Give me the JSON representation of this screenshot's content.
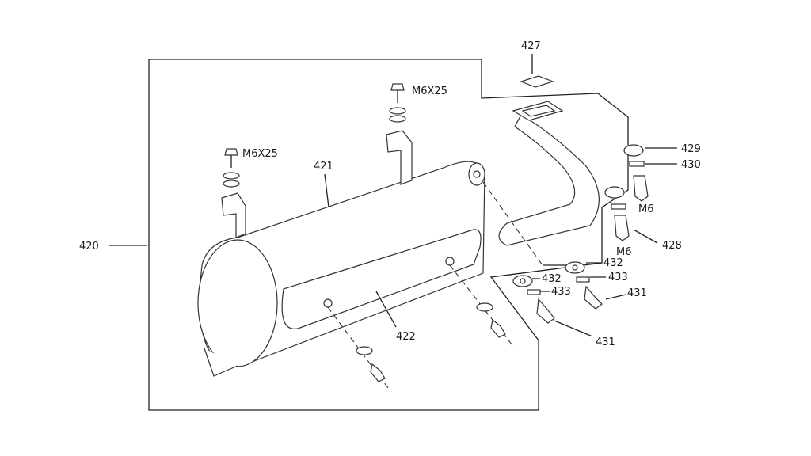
{
  "labels": {
    "assembly": "420",
    "muffler": "421",
    "heat_shield": "422",
    "exhaust_gasket": "427",
    "pipe_stud_nut": "428",
    "washer_429": "429",
    "spring_washer_430": "430",
    "bolt_431_right": "431",
    "bolt_431_left": "431",
    "washer_432_right": "432",
    "washer_432_left": "432",
    "spring_washer_433_right": "433",
    "spring_washer_433_left": "433",
    "bolt_spec_left": "M6X25",
    "bolt_spec_right": "M6X25",
    "nut_spec_upper": "M6",
    "nut_spec_lower": "M6"
  },
  "colors": {
    "line": "#222222",
    "background": "#ffffff"
  }
}
